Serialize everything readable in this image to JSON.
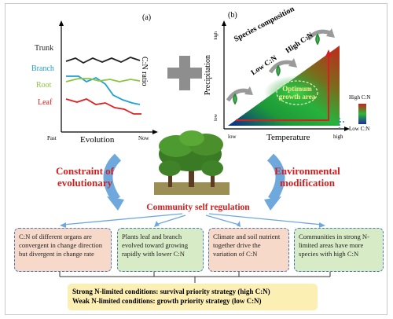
{
  "panel_a": {
    "label": "(a)",
    "y_axis": "C:N ratio",
    "x_axis": "Evolution",
    "x_ticks": [
      "Past",
      "Now"
    ],
    "series": [
      {
        "name": "Trunk",
        "color": "#222222"
      },
      {
        "name": "Branch",
        "color": "#1ea0d8"
      },
      {
        "name": "Root",
        "color": "#8cc63f"
      },
      {
        "name": "Leaf",
        "color": "#e02020"
      }
    ]
  },
  "plus_symbol": "+",
  "panel_b": {
    "label": "(b)",
    "y_axis": "Precipitation",
    "y_ticks": [
      "high",
      "low"
    ],
    "x_axis": "Temperature",
    "x_ticks": [
      "low",
      "high"
    ],
    "species_composition": "Species composition",
    "low_cn": "Low C:N",
    "high_cn": "High C:N",
    "optimum": "Optimum growth area",
    "colorbar_top": "High C:N",
    "colorbar_bottom": "Low C:N"
  },
  "center": {
    "constraint": "Constraint of evolutionary",
    "environmental": "Environmental modification",
    "community": "Community self regulation"
  },
  "boxes": [
    {
      "text": "C:N of different organs are convergent in change direction but divergent in change rate",
      "fill": "#f6d9c9"
    },
    {
      "text": "Plants leaf and branch evolved toward growing rapidly with lower C:N",
      "fill": "#d7ecc6"
    },
    {
      "text": "Climate and soil nutrient together drive the variation of C:N",
      "fill": "#f6d9c9"
    },
    {
      "text": "Communities in strong N-limited areas have more species with high C:N",
      "fill": "#d7ecc6"
    }
  ],
  "conclusion": {
    "line1": "Strong N-limited conditions: survival priority strategy (high C:N)",
    "line2": "Weak N-limited conditions: growth priority strategy (low C:N)",
    "fill": "#fcefb4"
  }
}
